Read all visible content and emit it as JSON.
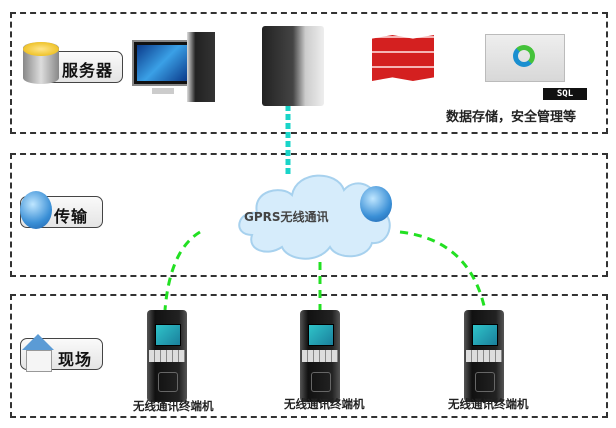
{
  "layers": [
    {
      "id": "server",
      "label": "服务器",
      "icon": "database-icon"
    },
    {
      "id": "transport",
      "label": "传输",
      "icon": "globe-icon"
    },
    {
      "id": "field",
      "label": "现场",
      "icon": "house-icon"
    }
  ],
  "server_layer": {
    "workstation": "desktop-computer-icon",
    "server": "tower-server-icon",
    "firewall": "firewall-icon",
    "database_badge": "SQL",
    "caption": "数据存储，安全管理等"
  },
  "transport_layer": {
    "cloud_label": "GPRS无线通讯"
  },
  "field_layer": {
    "terminals": [
      {
        "caption": "无线通讯终端机"
      },
      {
        "caption": "无线通讯终端机"
      },
      {
        "caption": "无线通讯终端机"
      }
    ]
  },
  "colors": {
    "link_green": "#22e022",
    "link_cyan": "#19d4c8",
    "firewall_red": "#d42020",
    "zone_border": "#333333"
  }
}
